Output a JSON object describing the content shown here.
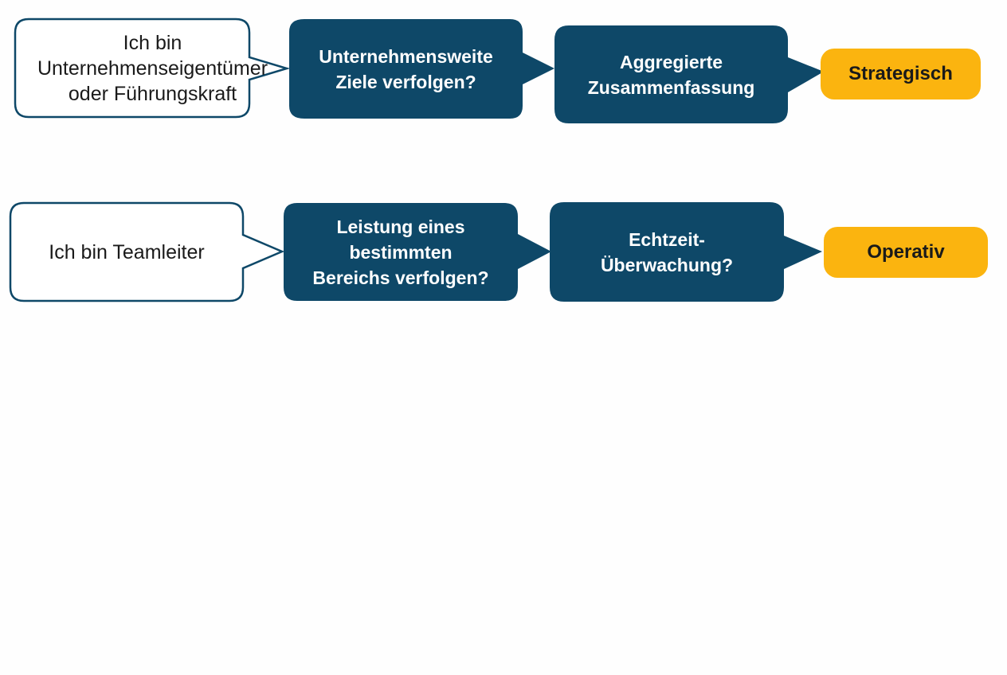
{
  "colors": {
    "dark_box": "#0e4868",
    "outline": "#0e4868",
    "yellow_box": "#fbb40f",
    "white_box": "#ffffff"
  },
  "rows": [
    {
      "person": [
        "Ich bin",
        "Unternehmenseigentümer",
        "oder Führungskraft"
      ],
      "question": [
        "Unternehmensweite",
        "Ziele verfolgen?"
      ],
      "view": [
        "Aggregierte",
        "Zusammenfassung"
      ],
      "result": "Strategisch"
    },
    {
      "person": [
        "Ich bin Teamleiter"
      ],
      "question": [
        "Leistung eines",
        "bestimmten",
        "Bereichs verfolgen?"
      ],
      "view": [
        "Echtzeit-",
        "Überwachung?"
      ],
      "result": "Operativ"
    }
  ]
}
